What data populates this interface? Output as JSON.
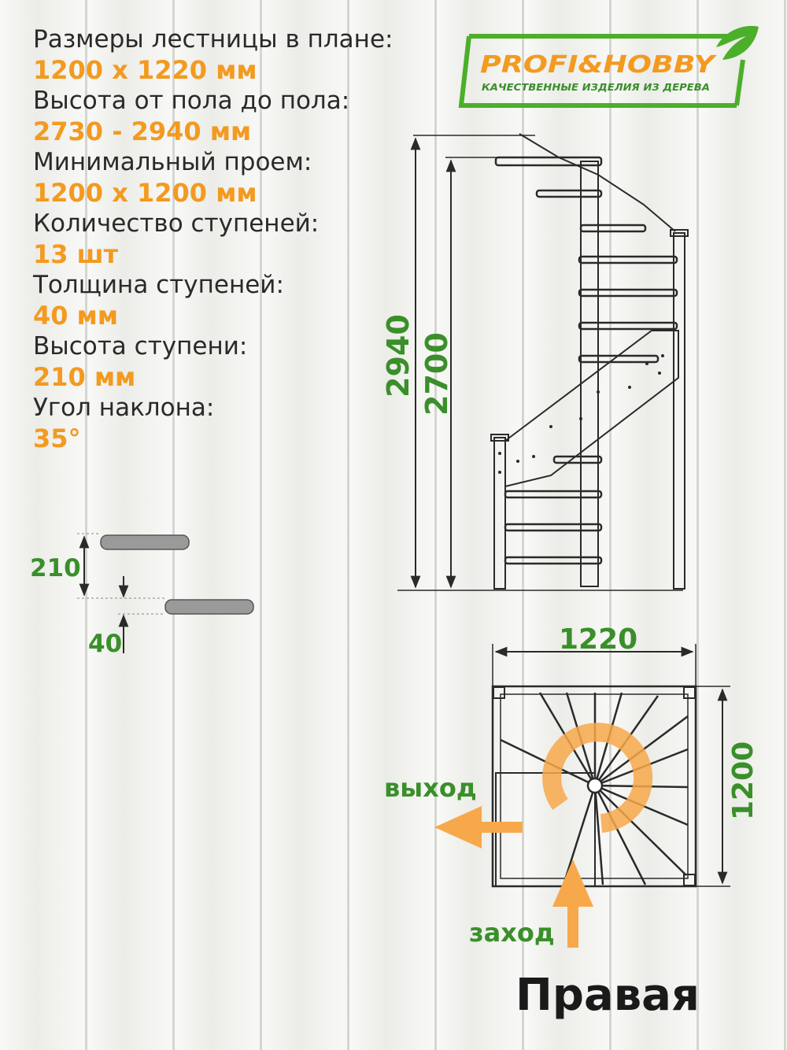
{
  "specs": [
    {
      "label": "Размеры лестницы в плане:",
      "value": "1200 х 1220 мм"
    },
    {
      "label": "Высота от пола до пола:",
      "value": "2730 - 2940 мм"
    },
    {
      "label": "Минимальный проем:",
      "value": "1200 х 1200 мм"
    },
    {
      "label": "Количество ступеней:",
      "value": "13 шт"
    },
    {
      "label": "Толщина ступеней:",
      "value": "40 мм"
    },
    {
      "label": "Высота ступени:",
      "value": "210 мм"
    },
    {
      "label": "Угол наклона:",
      "value": "35°"
    }
  ],
  "logo": {
    "brand": "PROFI&HOBBY",
    "tagline": "КАЧЕСТВЕННЫЕ ИЗДЕЛИЯ ИЗ ДЕРЕВА"
  },
  "side_view": {
    "total_height": "2940",
    "inner_height": "2700"
  },
  "step_detail": {
    "step_height": "210",
    "step_thickness": "40"
  },
  "plan_view": {
    "width": "1220",
    "depth": "1200",
    "exit_label": "выход",
    "entry_label": "заход"
  },
  "caption": "Правая",
  "colors": {
    "accent": "#f39a20",
    "dimension": "#3a8f2a",
    "line": "#2a2a2a"
  }
}
